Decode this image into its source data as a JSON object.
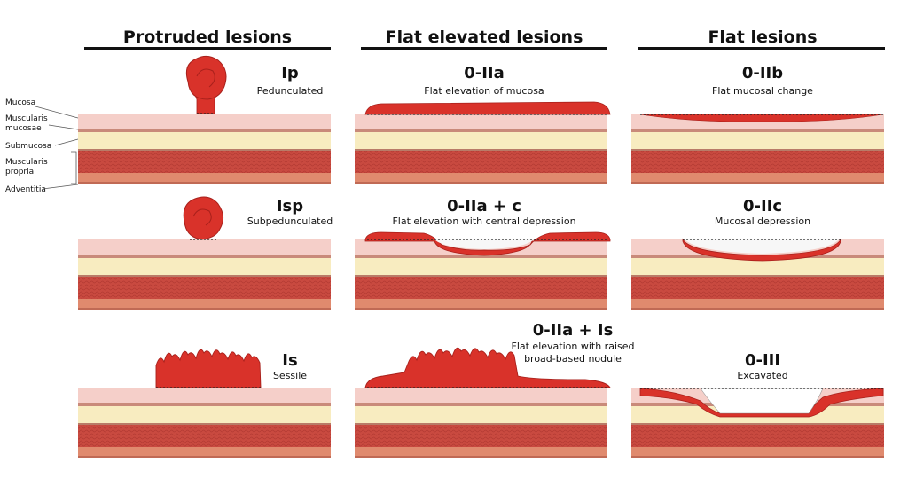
{
  "columns": [
    {
      "header": "Protruded lesions"
    },
    {
      "header": "Flat elevated lesions"
    },
    {
      "header": "Flat lesions"
    }
  ],
  "layer_labels": [
    "Mucosa",
    "Muscularis",
    "mucosae",
    "Submucosa",
    "Muscularis",
    "propria",
    "Adventitia"
  ],
  "lesions": [
    {
      "code": "Ip",
      "desc": [
        "Pedunculated"
      ]
    },
    {
      "code": "0-IIa",
      "desc": [
        "Flat elevation of mucosa"
      ]
    },
    {
      "code": "0-IIb",
      "desc": [
        "Flat mucosal change"
      ]
    },
    {
      "code": "Isp",
      "desc": [
        "Subpedunculated"
      ]
    },
    {
      "code": "0-IIa + c",
      "desc": [
        "Flat elevation with central depression"
      ]
    },
    {
      "code": "0-IIc",
      "desc": [
        "Mucosal depression"
      ]
    },
    {
      "code": "Is",
      "desc": [
        "Sessile"
      ]
    },
    {
      "code": "0-IIa + Is",
      "desc": [
        "Flat elevation with raised",
        "broad-based nodule"
      ]
    },
    {
      "code": "0-III",
      "desc": [
        "Excavated"
      ]
    }
  ],
  "colors": {
    "mucosa": "#f5cfc9",
    "muscularis_mucosae": "#c98a7a",
    "submucosa": "#f8ecc0",
    "muscularis_propria": "#c8463f",
    "adventitia": "#e08a6e",
    "lesion": "#d9322a",
    "lesion_dark": "#a8201b",
    "header_rule": "#111111"
  }
}
